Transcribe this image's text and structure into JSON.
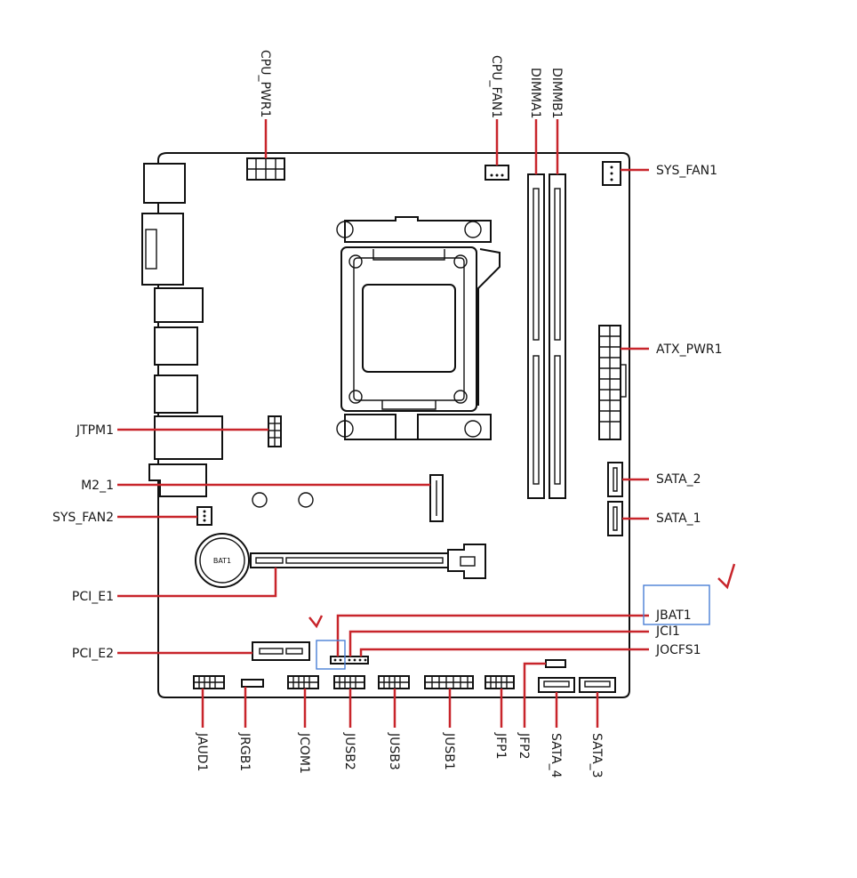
{
  "labels": {
    "cpu_pwr1": "CPU_PWR1",
    "cpu_fan1": "CPU_FAN1",
    "dimma1": "DIMMA1",
    "dimmb1": "DIMMB1",
    "sys_fan1": "SYS_FAN1",
    "atx_pwr1": "ATX_PWR1",
    "jtpm1": "JTPM1",
    "m2_1": "M2_1",
    "sys_fan2": "SYS_FAN2",
    "sata_2": "SATA_2",
    "sata_1": "SATA_1",
    "pci_e1": "PCI_E1",
    "pci_e2": "PCI_E2",
    "jbat1": "JBAT1",
    "jci1": "JCI1",
    "jocfs1": "JOCFS1",
    "bat1": "BAT1",
    "bottom": [
      "JAUD1",
      "JRGB1",
      "JCOM1",
      "JUSB2",
      "JUSB3",
      "JUSB1",
      "JFP1",
      "JFP2",
      "SATA_4",
      "SATA_3"
    ]
  },
  "colors": {
    "leader_line": "#c8252b",
    "highlight_box": "#4a7fd6",
    "outline": "#111111"
  }
}
